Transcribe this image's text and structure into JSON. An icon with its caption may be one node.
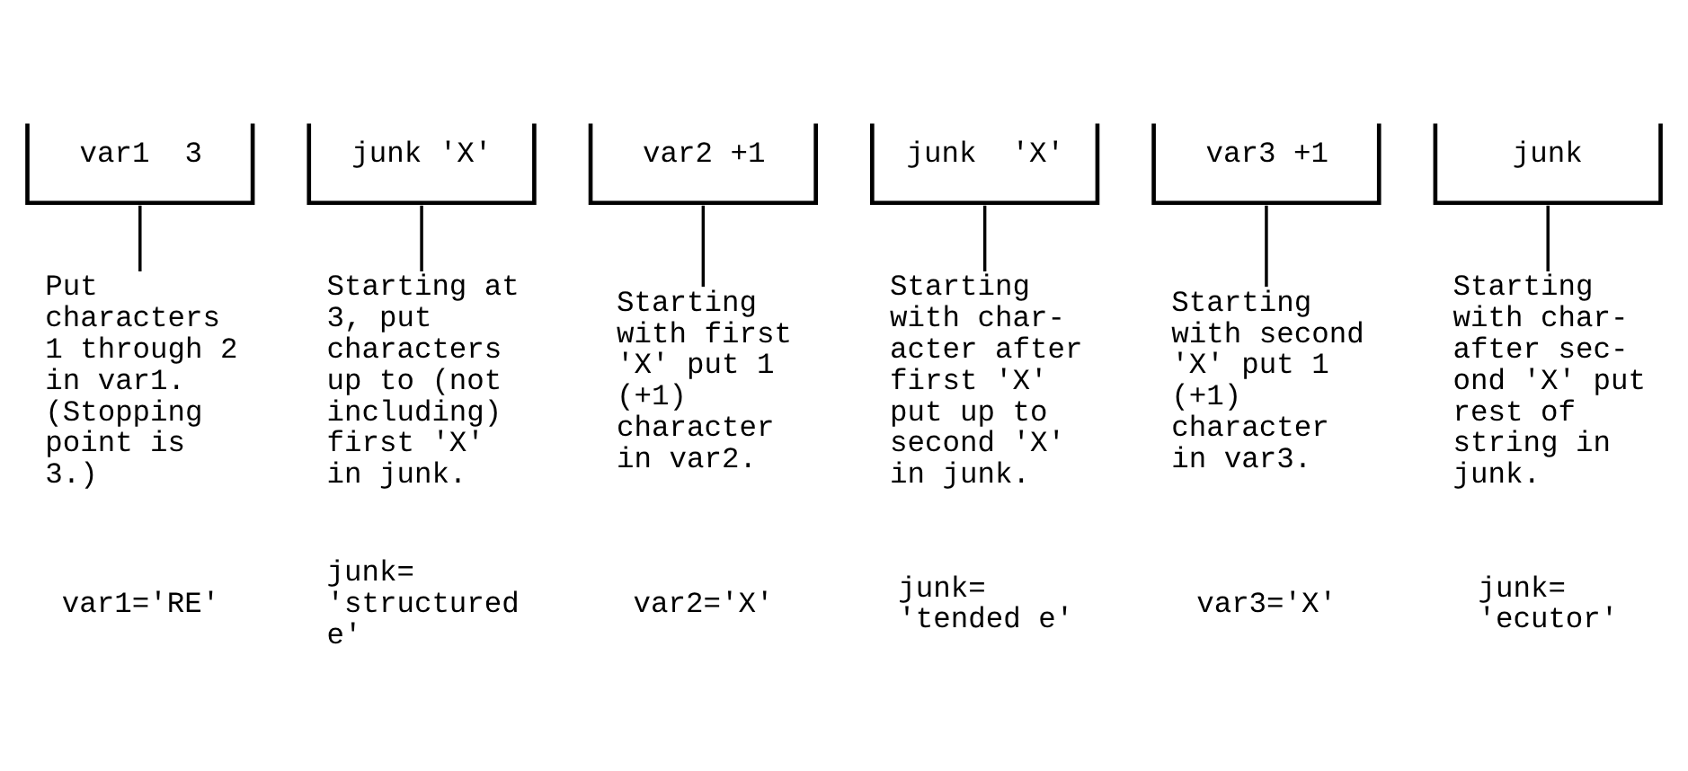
{
  "diagram": {
    "nodes": [
      {
        "text": [
          "var1  3"
        ]
      },
      {
        "text": [
          "junk 'X'"
        ]
      },
      {
        "text": [
          "var2 +1"
        ]
      },
      {
        "text": [
          "junk  'X'"
        ]
      },
      {
        "text": [
          "var3 +1"
        ]
      },
      {
        "text": [
          "junk"
        ]
      },
      {
        "text": [
          "Put characters 1 through 2 in var1. (Stopping point is 3.)"
        ]
      },
      {
        "text": [
          "Starting at 3, put characters up to (not including) first 'X' in junk."
        ]
      },
      {
        "text": [
          "Starting with first 'X' put 1 (+1) character in var2."
        ]
      },
      {
        "text": [
          "Starting with char- acter after first 'X' put up to second 'X' in junk."
        ]
      },
      {
        "text": [
          "Starting with second 'X' put 1 (+1) character in var3."
        ]
      },
      {
        "text": [
          "Starting with char- after sec- ond 'X' put rest of string in junk."
        ]
      }
    ],
    "edges": [
      {
        "from": 0,
        "to": 6,
        "arrow": "none"
      },
      {
        "from": 1,
        "to": 7,
        "arrow": "none"
      },
      {
        "from": 2,
        "to": 8,
        "arrow": "none"
      },
      {
        "from": 3,
        "to": 9,
        "arrow": "none"
      },
      {
        "from": 4,
        "to": 10,
        "arrow": "none"
      },
      {
        "from": 5,
        "to": 11,
        "arrow": "none"
      }
    ],
    "labels": [
      "var1='RE'",
      "junk= 'structured e'",
      "var2='X'",
      "junk= 'tended e'",
      "var3='X'",
      "junk= 'ecutor'"
    ]
  }
}
